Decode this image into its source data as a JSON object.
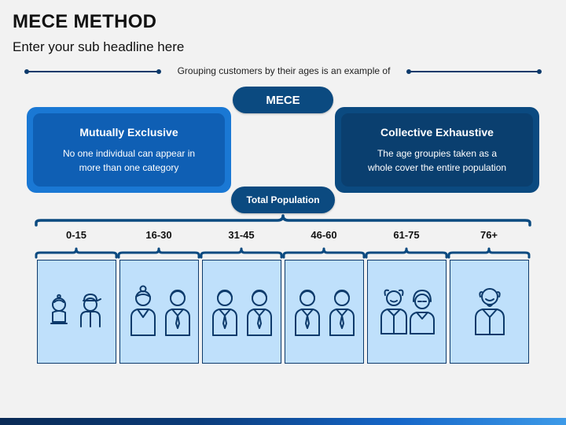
{
  "header": {
    "title": "MECE METHOD",
    "subtitle": "Enter your sub headline here",
    "intro": "Grouping customers by their ages is an example of"
  },
  "mece_label": "MECE",
  "cards": {
    "left": {
      "heading": "Mutually Exclusive",
      "body": "No one individual can appear in more than one category"
    },
    "right": {
      "heading": "Collective Exhaustive",
      "body": "The age groupies taken as a whole cover the entire population"
    }
  },
  "total_label": "Total Population",
  "age_groups": [
    {
      "label": "0-15",
      "icons": [
        "baby-icon",
        "boy-cap-icon"
      ]
    },
    {
      "label": "16-30",
      "icons": [
        "woman-icon",
        "man-tie-icon"
      ]
    },
    {
      "label": "31-45",
      "icons": [
        "man-tie-icon",
        "man-tie-icon"
      ]
    },
    {
      "label": "46-60",
      "icons": [
        "man-tie-icon",
        "man-tie-icon"
      ]
    },
    {
      "label": "61-75",
      "icons": [
        "old-man-icon",
        "old-woman-icon"
      ]
    },
    {
      "label": "76+",
      "icons": [
        "bald-old-man-icon"
      ]
    }
  ],
  "colors": {
    "primary_dark": "#0b4a80",
    "primary_bright": "#1a78d4",
    "box_fill": "#bfe0fb",
    "line": "#0d3a6b"
  }
}
